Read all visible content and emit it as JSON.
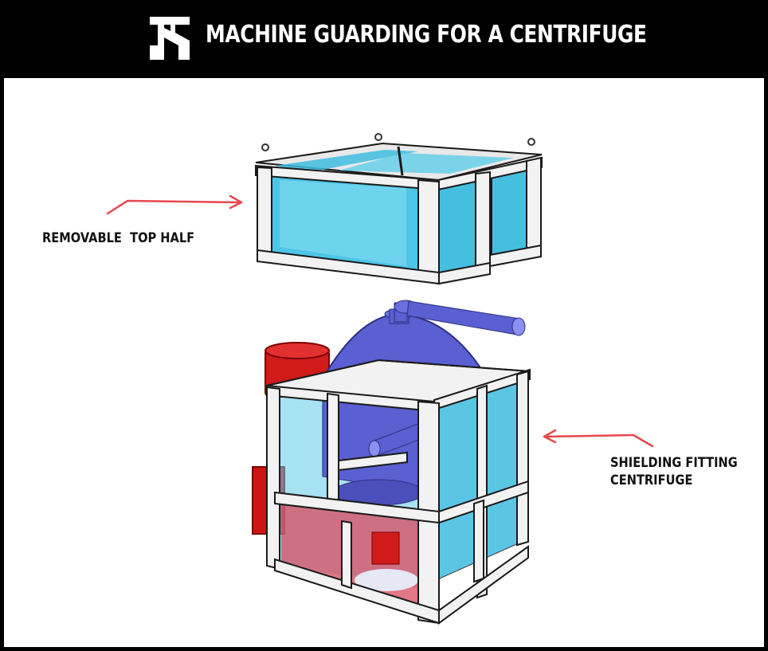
{
  "header": {
    "title": "MACHINE GUARDING FOR A CENTRIFUGE",
    "logo_icon": "brand-logo-icon"
  },
  "labels": {
    "top_half": "REMOVABLE  TOP HALF",
    "shielding_line1": "SHIELDING FITTING",
    "shielding_line2": "CENTRIFUGE"
  },
  "colors": {
    "header_bg": "#000000",
    "canvas_bg": "#ffffff",
    "frame": "#f2f2f2",
    "frame_edge": "#1a1a1a",
    "glass": "#4fc8e6",
    "centrifuge_body": "#5a5fd1",
    "motor_red": "#d11a1a",
    "arrow": "#e8484f"
  }
}
